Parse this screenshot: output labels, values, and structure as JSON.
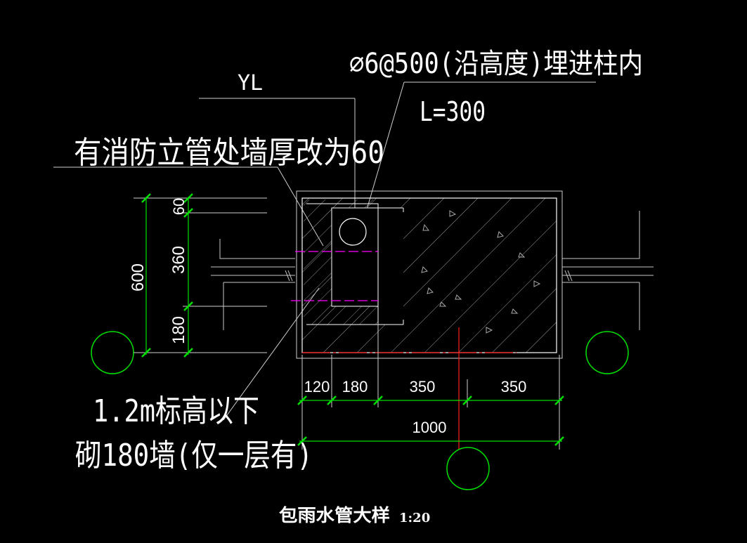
{
  "annotations": {
    "yl": "YL",
    "rebar": "⌀6@500(沿高度)埋进柱内",
    "length": "L=300",
    "wall_note": "有消防立管处墙厚改为60",
    "below_line1": "1.2m标高以下",
    "below_line2": "砌180墙(仅一层有)"
  },
  "dimensions": {
    "vertical": {
      "total": "600",
      "top": "60",
      "middle": "360",
      "bottom": "180"
    },
    "horizontal": {
      "d1": "120",
      "d2": "180",
      "d3": "350",
      "d4": "350",
      "total": "1000"
    }
  },
  "title": {
    "main": "包雨水管大样",
    "scale": "1:20"
  },
  "colors": {
    "background": "#000000",
    "line": "#ffffff",
    "dimension": "#00ff00",
    "axis": "#ff0000",
    "hidden": "#ff00ff",
    "wall": "#c8c8c8"
  }
}
